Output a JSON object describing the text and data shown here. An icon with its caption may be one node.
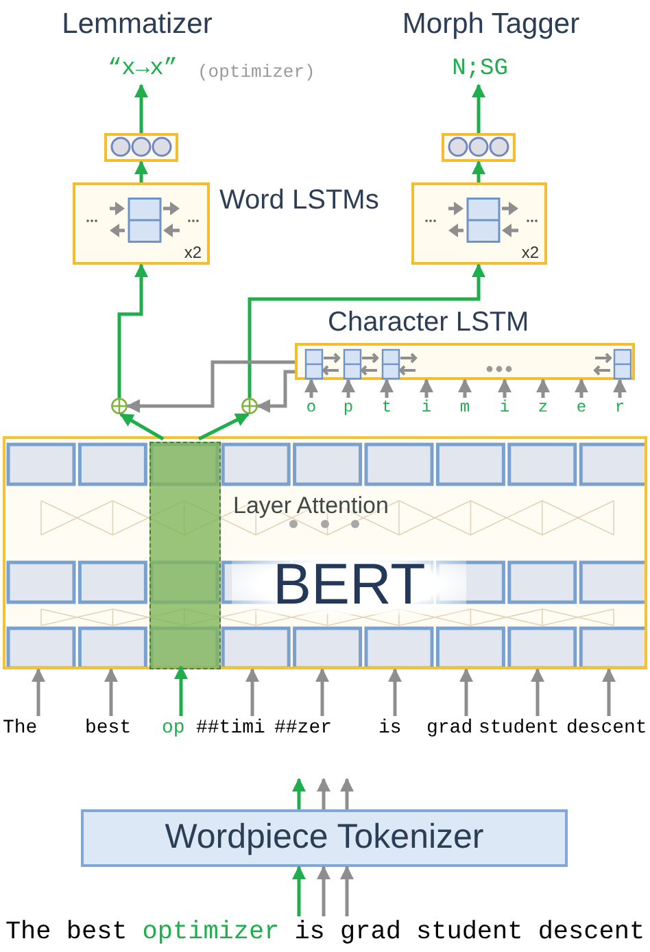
{
  "diagram": {
    "nodes": [
      {
        "text": [
          "“x→x”"
        ],
        "beside": [
          "(optimizer)"
        ]
      },
      {
        "text": [
          "N;SG"
        ]
      },
      {
        "text": [],
        "shape": "box"
      },
      {
        "text": [],
        "shape": "box"
      },
      {
        "text": [
          "x2"
        ]
      },
      {
        "text": [
          "x2"
        ]
      },
      {
        "text": [
          "Character LSTM"
        ]
      },
      {
        "text": [],
        "shape": "circle"
      },
      {
        "text": [],
        "shape": "circle"
      },
      {
        "text": [
          "Layer Attention",
          "BERT"
        ]
      },
      {
        "text": [],
        "shape": "bar",
        "in": 9
      },
      {
        "text": [
          "The"
        ]
      },
      {
        "text": [
          "best"
        ]
      },
      {
        "text": [
          "op"
        ]
      },
      {
        "text": [
          "##timi"
        ]
      },
      {
        "text": [
          "##zer"
        ]
      },
      {
        "text": [
          "is"
        ]
      },
      {
        "text": [
          "grad"
        ]
      },
      {
        "text": [
          "student"
        ]
      },
      {
        "text": [
          "descent"
        ]
      },
      {
        "text": [
          "Wordpiece Tokenizer"
        ]
      },
      {
        "text": [
          "The best",
          "optimizer",
          "is grad student descent"
        ]
      },
      {
        "text": [
          "o"
        ]
      },
      {
        "text": [
          "p"
        ]
      },
      {
        "text": [
          "t"
        ]
      },
      {
        "text": [
          "i"
        ]
      },
      {
        "text": [
          "m"
        ]
      },
      {
        "text": [
          "i"
        ]
      },
      {
        "text": [
          "z"
        ]
      },
      {
        "text": [
          "e"
        ]
      },
      {
        "text": [
          "r"
        ]
      }
    ],
    "edges": [
      {
        "from": 2,
        "to": 0,
        "arrow": "to",
        "color": "#1fae4b"
      },
      {
        "from": 3,
        "to": 1,
        "arrow": "to",
        "color": "#1fae4b"
      },
      {
        "from": 4,
        "to": 2,
        "arrow": "to",
        "color": "#1fae4b"
      },
      {
        "from": 5,
        "to": 3,
        "arrow": "to",
        "color": "#1fae4b"
      },
      {
        "from": 7,
        "to": 4,
        "arrow": "to",
        "color": "#1fae4b"
      },
      {
        "from": 8,
        "to": 5,
        "arrow": "to",
        "color": "#1fae4b"
      },
      {
        "from": 6,
        "to": 7,
        "arrow": "to"
      },
      {
        "from": 6,
        "to": 8,
        "arrow": "to"
      },
      {
        "from": 10,
        "to": 7,
        "arrow": "to",
        "color": "#1fae4b"
      },
      {
        "from": 10,
        "to": 8,
        "arrow": "to",
        "color": "#1fae4b"
      },
      {
        "from": 11,
        "to": 9,
        "arrow": "to"
      },
      {
        "from": 12,
        "to": 9,
        "arrow": "to"
      },
      {
        "from": 13,
        "to": 10,
        "arrow": "to",
        "color": "#1fae4b"
      },
      {
        "from": 14,
        "to": 9,
        "arrow": "to"
      },
      {
        "from": 15,
        "to": 9,
        "arrow": "to"
      },
      {
        "from": 16,
        "to": 9,
        "arrow": "to"
      },
      {
        "from": 17,
        "to": 9,
        "arrow": "to"
      },
      {
        "from": 18,
        "to": 9,
        "arrow": "to"
      },
      {
        "from": 19,
        "to": 9,
        "arrow": "to"
      },
      {
        "from": 20,
        "to": null,
        "arrow": "to",
        "color": "#1fae4b"
      },
      {
        "from": 20,
        "to": null,
        "arrow": "to"
      },
      {
        "from": 20,
        "to": null,
        "arrow": "to"
      },
      {
        "from": 21,
        "to": 20,
        "arrow": "to",
        "color": "#1fae4b"
      },
      {
        "from": 21,
        "to": 20,
        "arrow": "to"
      },
      {
        "from": 21,
        "to": 20,
        "arrow": "to"
      },
      {
        "from": 22,
        "to": 6,
        "arrow": "to"
      },
      {
        "from": 23,
        "to": 6,
        "arrow": "to"
      },
      {
        "from": 24,
        "to": 6,
        "arrow": "to"
      },
      {
        "from": 25,
        "to": 6,
        "arrow": "to"
      },
      {
        "from": 26,
        "to": 6,
        "arrow": "to"
      },
      {
        "from": 27,
        "to": 6,
        "arrow": "to"
      },
      {
        "from": 28,
        "to": 6,
        "arrow": "to"
      },
      {
        "from": 29,
        "to": 6,
        "arrow": "to"
      },
      {
        "from": 30,
        "to": 6,
        "arrow": "to"
      }
    ],
    "labels": [
      "Lemmatizer",
      "Morph Tagger",
      "Word LSTMs"
    ]
  }
}
